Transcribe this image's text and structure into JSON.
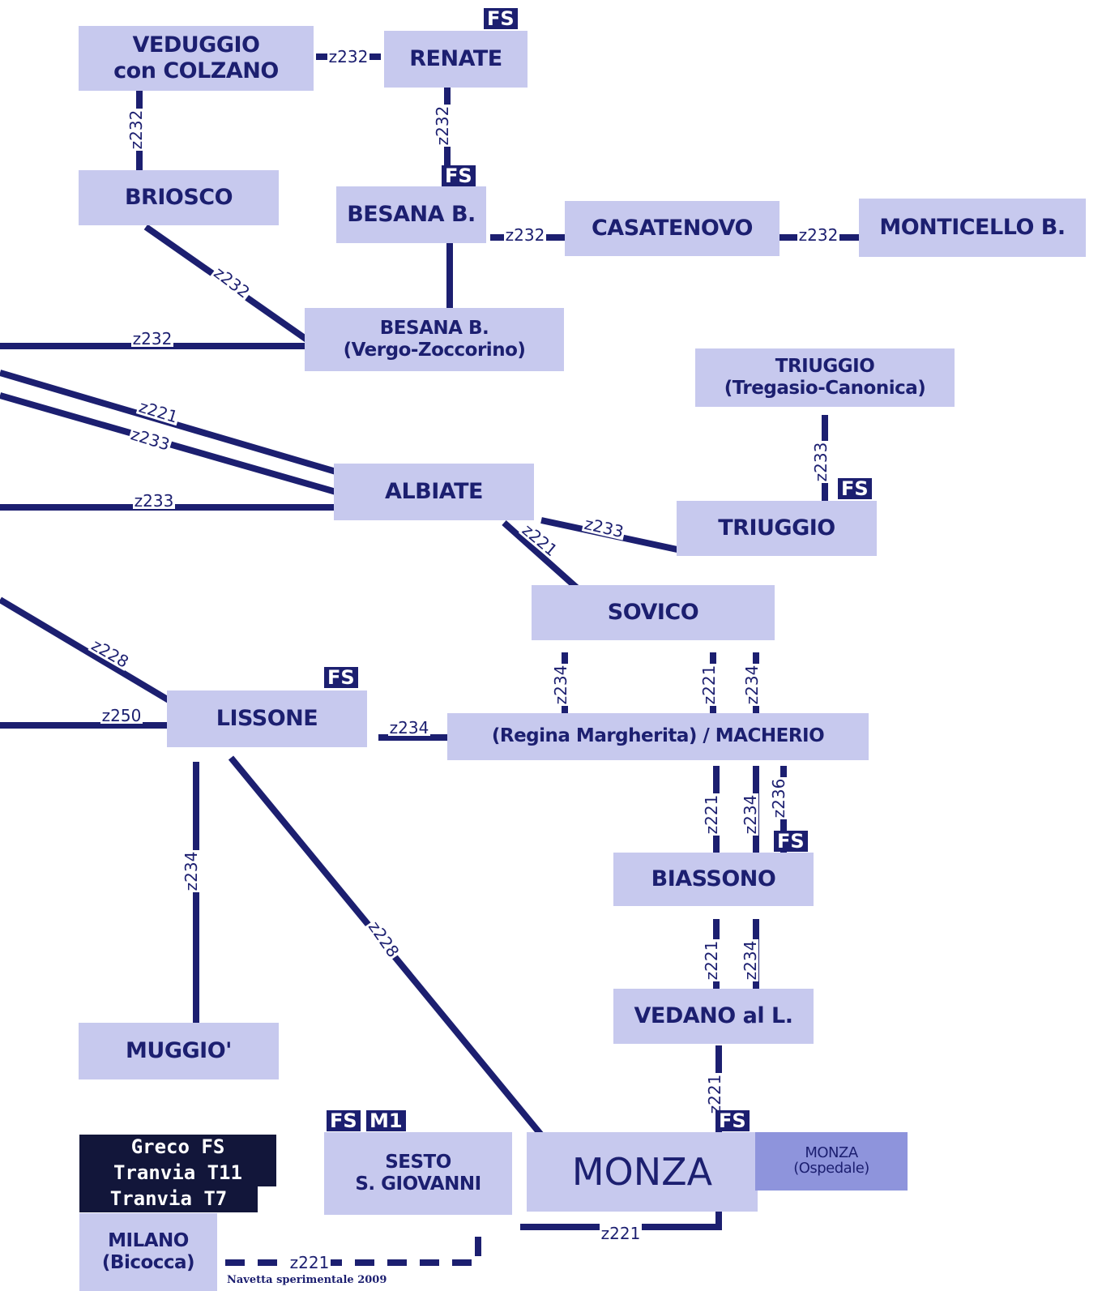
{
  "colors": {
    "route_line": "#1c1f70",
    "stop_fill": "#c7c9ee",
    "monza_ospedale_fill": "#8e94dc",
    "badge": "#1c1f70",
    "dark_box": "#12163a"
  },
  "stops": {
    "veduggio": {
      "line1": "VEDUGGIO",
      "line2": "con COLZANO"
    },
    "renate": "RENATE",
    "briosco": "BRIOSCO",
    "besana_b": "BESANA B.",
    "casatenovo": "CASATENOVO",
    "monticello_b": "MONTICELLO B.",
    "besana_vergo": {
      "line1": "BESANA B.",
      "line2": "(Vergo-Zoccorino)"
    },
    "triuggio_tregasio": {
      "line1": "TRIUGGIO",
      "line2": "(Tregasio-Canonica)"
    },
    "albiate": "ALBIATE",
    "triuggio": "TRIUGGIO",
    "sovico": "SOVICO",
    "lissone": "LISSONE",
    "macherio": "(Regina Margherita) / MACHERIO",
    "biassono": "BIASSONO",
    "vedano": "VEDANO al L.",
    "muggio": "MUGGIO'",
    "sesto": {
      "line1": "SESTO",
      "line2": "S. GIOVANNI"
    },
    "monza": "MONZA",
    "monza_ospedale": {
      "line1": "MONZA",
      "line2": "(Ospedale)"
    },
    "milano_bicocca": {
      "line1": "MILANO",
      "line2": "(Bicocca)"
    }
  },
  "badges": {
    "fs": "FS",
    "m1": "M1"
  },
  "dark_boxes": [
    "Greco FS",
    "Tranvia T11",
    "Tranvia T7"
  ],
  "navetta_note": "Navetta sperimentale 2009",
  "routes": {
    "z232": "z232",
    "z221": "z221",
    "z233": "z233",
    "z228": "z228",
    "z250": "z250",
    "z234": "z234",
    "z236": "z236"
  }
}
